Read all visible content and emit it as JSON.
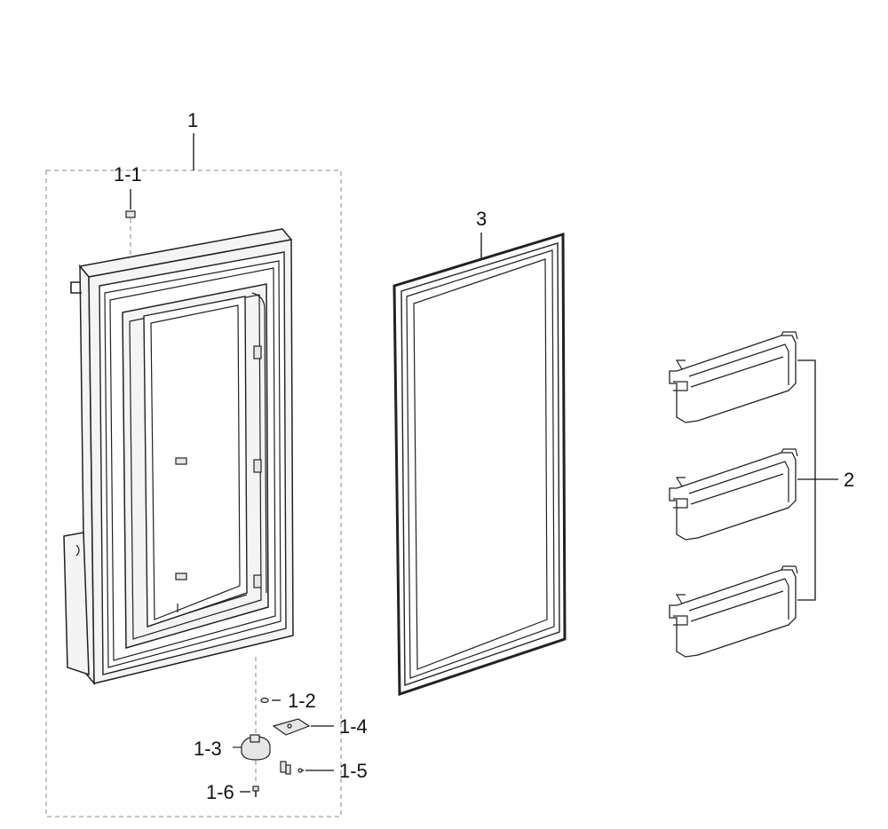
{
  "callouts": {
    "c1": "1",
    "c1_1": "1-1",
    "c1_2": "1-2",
    "c1_3": "1-3",
    "c1_4": "1-4",
    "c1_5": "1-5",
    "c1_6": "1-6",
    "c2": "2",
    "c3": "3"
  }
}
